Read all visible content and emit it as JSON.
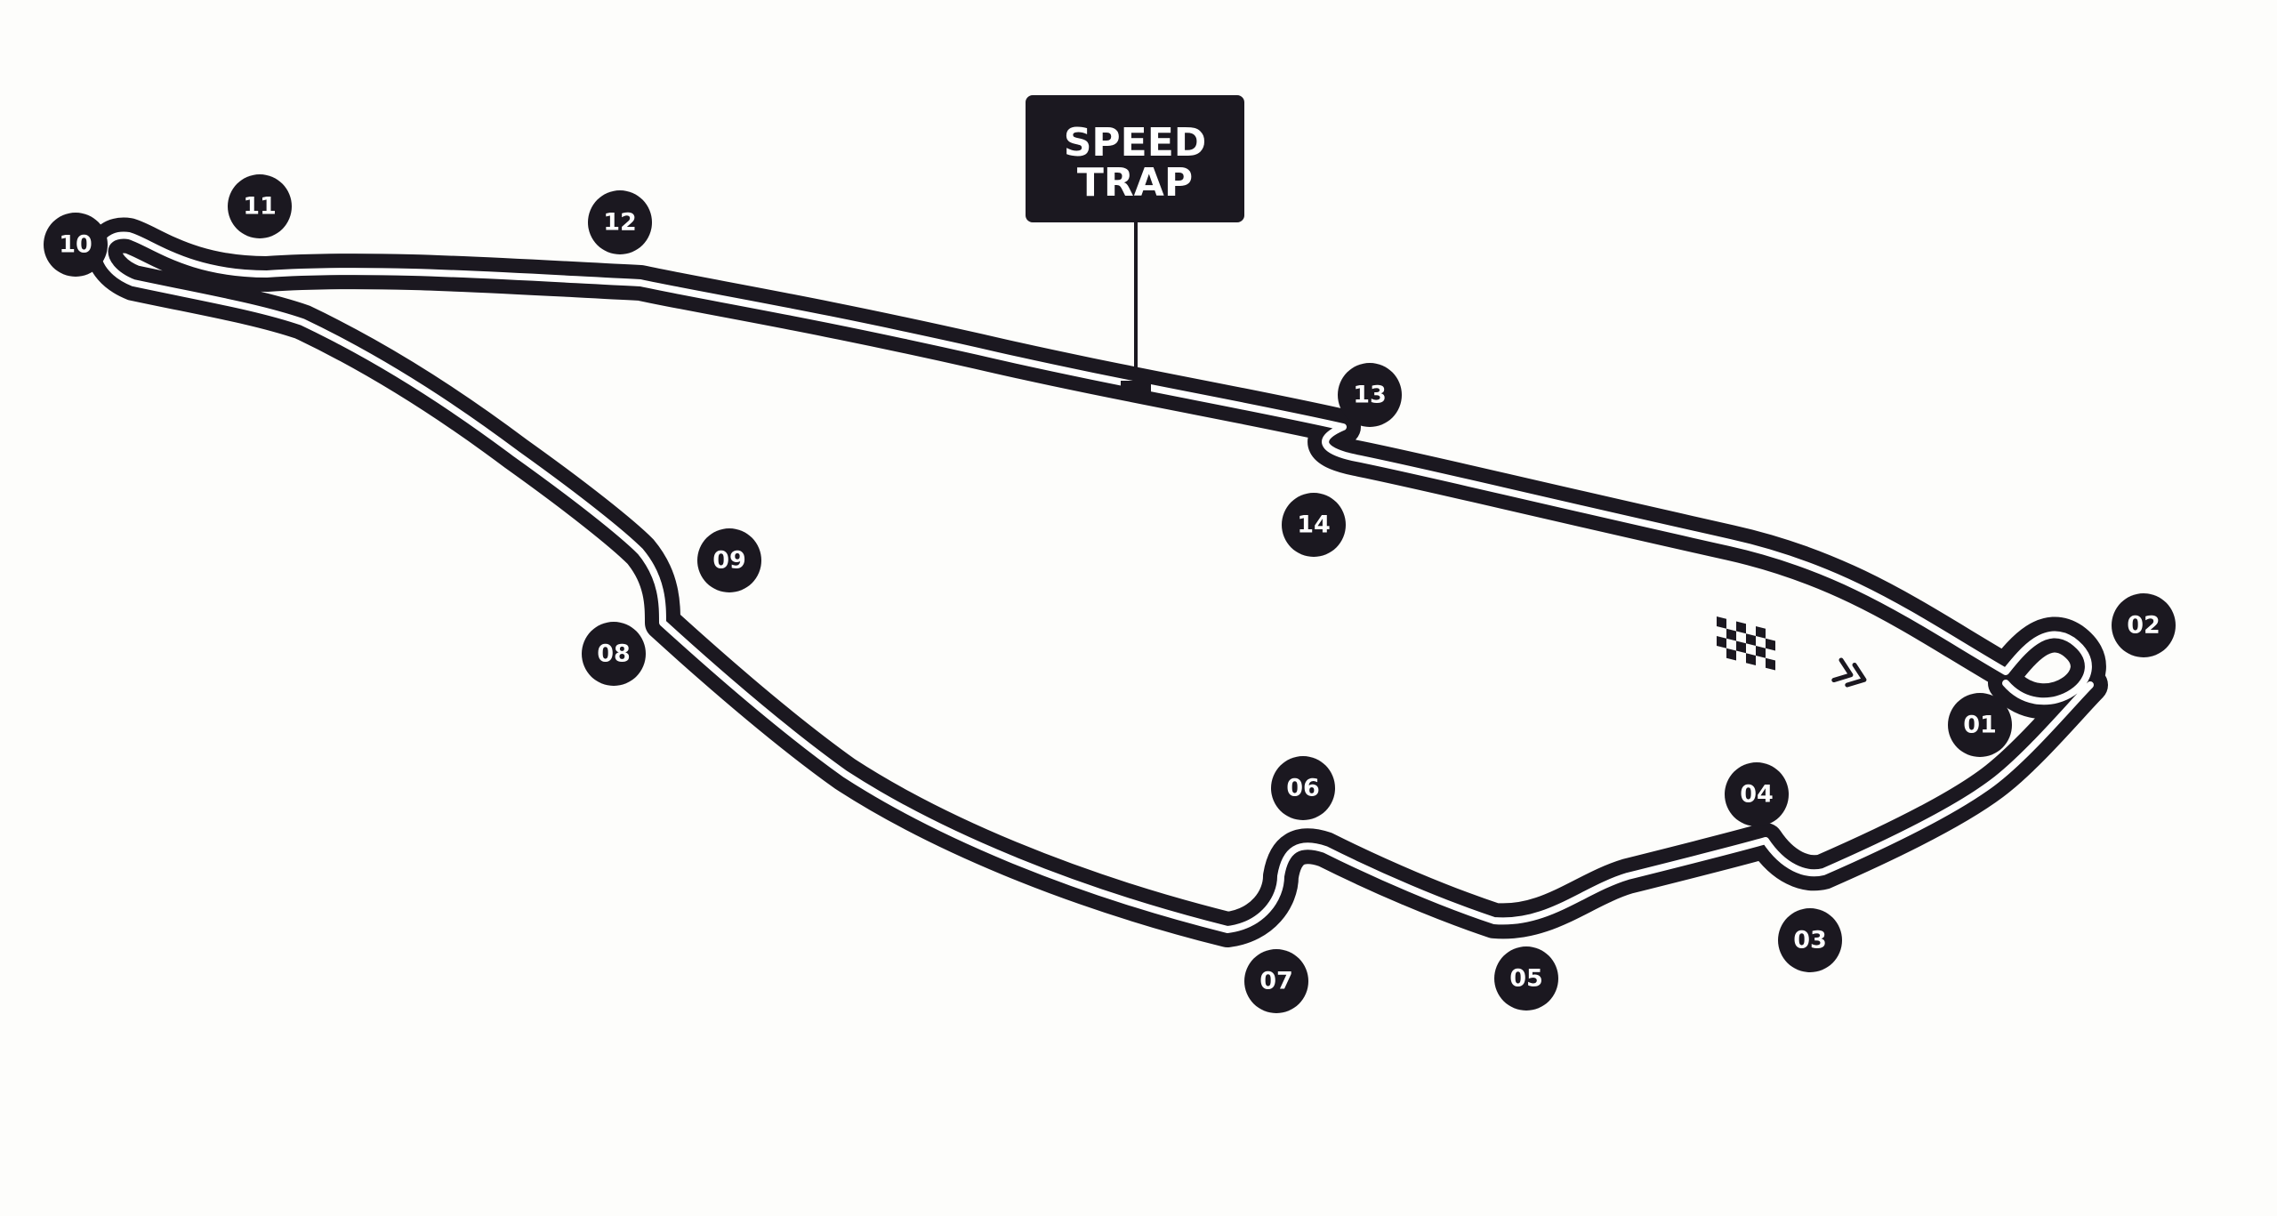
{
  "colors": {
    "track": "#1b1820",
    "track_centerline": "#ffffff",
    "background": "#fdfdfb",
    "label_text": "#ffffff"
  },
  "speed_trap": {
    "line1": "SPEED",
    "line2": "TRAP"
  },
  "turns": [
    "01",
    "02",
    "03",
    "04",
    "05",
    "06",
    "07",
    "08",
    "09",
    "10",
    "11",
    "12",
    "13",
    "14"
  ],
  "icons": {
    "start_finish": "checkered-flag-icon",
    "direction": "direction-chevrons-icon"
  }
}
